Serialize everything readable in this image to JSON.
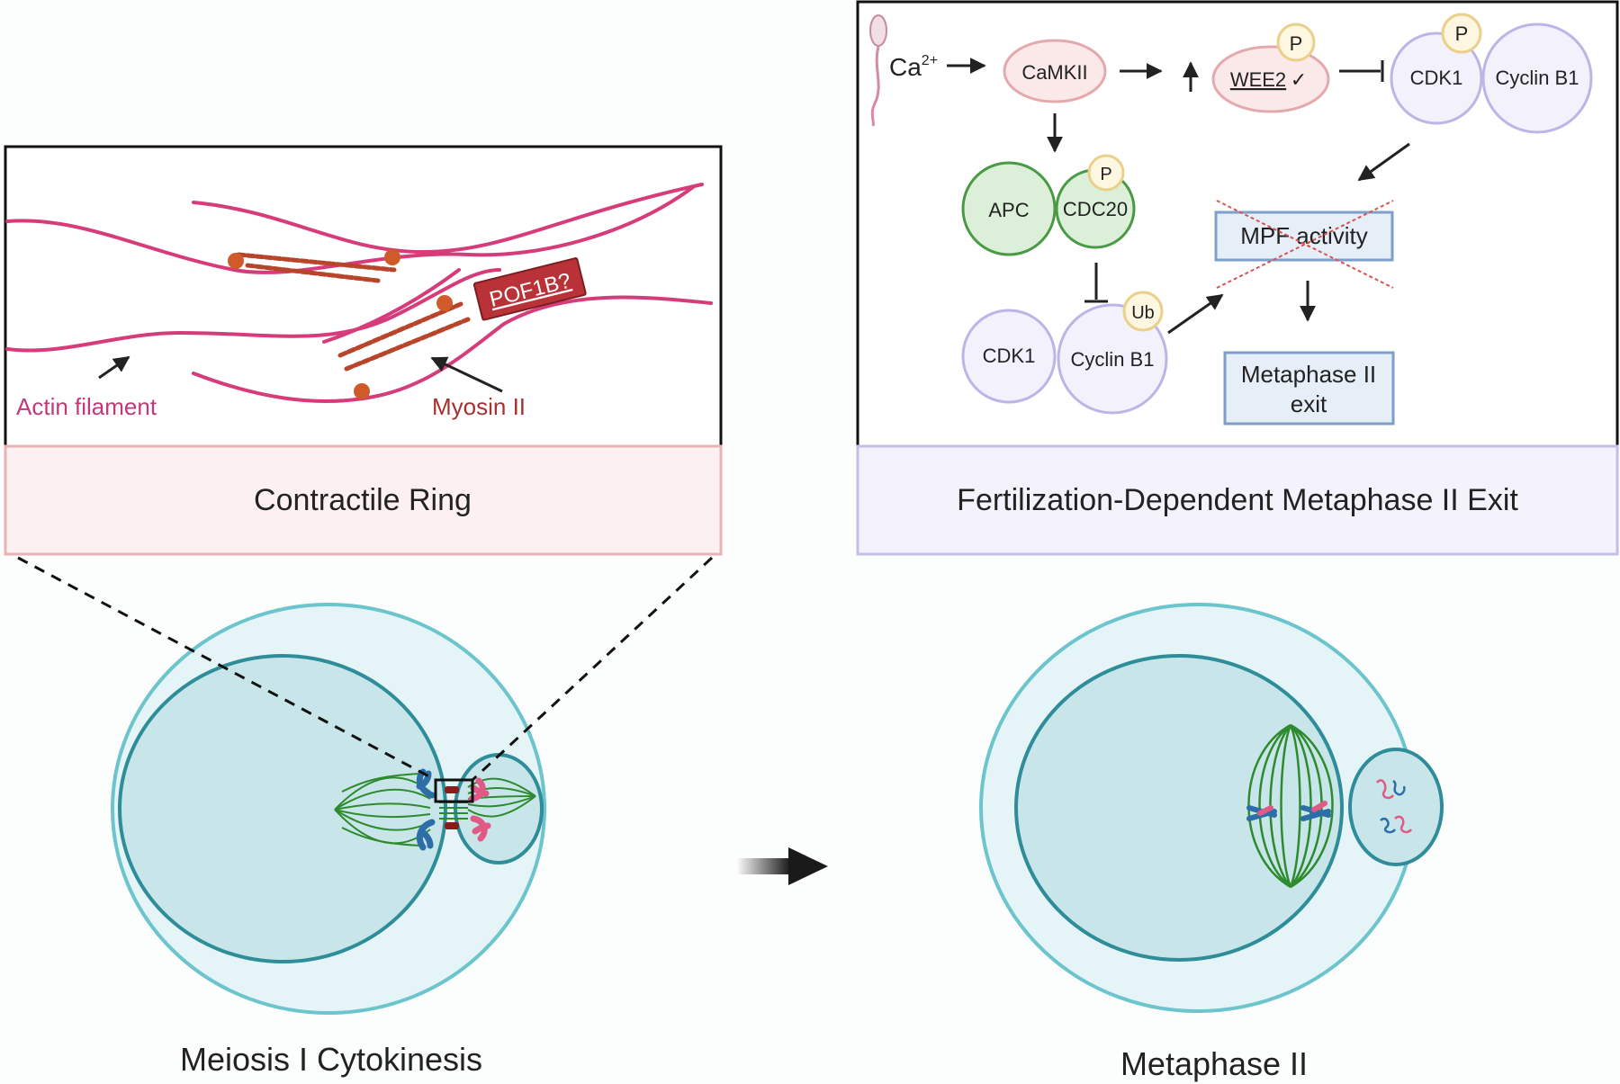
{
  "left_panel": {
    "caption": "Contractile Ring",
    "actin_label": "Actin filament",
    "myosin_label": "Myosin II",
    "pof1b_label": "POF1B?"
  },
  "right_panel": {
    "caption": "Fertilization-Dependent Metaphase II Exit",
    "ca_label": "Ca",
    "ca_sup": "2+",
    "camkii": "CaMKII",
    "wee2": "WEE2",
    "wee2_mark": "✓",
    "p_label": "P",
    "cdk1": "CDK1",
    "cyclin_b1": "Cyclin B1",
    "apc": "APC",
    "cdc20": "CDC20",
    "ub_label": "Ub",
    "mpf_activity": "MPF activity",
    "metaphase_exit_line1": "Metaphase II",
    "metaphase_exit_line2": "exit"
  },
  "bottom": {
    "left_caption": "Meiosis I Cytokinesis",
    "right_caption": "Metaphase II"
  },
  "colors": {
    "actin": "#d63c7a",
    "myosin": "#b8442a",
    "pof1b_box": "#b83238",
    "left_caption_fill": "#fdf0f0",
    "left_caption_border": "#e8b3b3",
    "right_caption_fill": "#f4f2fb",
    "right_caption_border": "#c5bfe8",
    "green_fill": "#dcefd9",
    "green_stroke": "#4a9a45",
    "pink_fill": "#fbe9ea",
    "pink_stroke": "#e4a9ad",
    "lavender_fill": "#f3f1fc",
    "lavender_stroke": "#bdb5e6",
    "yellow_fill": "#fdf6e0",
    "yellow_stroke": "#ead08a",
    "blue_box_fill": "#e6eef8",
    "blue_box_stroke": "#7d9fc9",
    "cell_outer_fill": "#e4f4f7",
    "cell_outer_stroke": "#6cc4cc",
    "cell_inner_fill": "#c8e6ea",
    "cell_inner_stroke": "#2e8d99",
    "spindle": "#2e8a2e",
    "chromosome_blue": "#2c6ea8",
    "chromosome_pink": "#e05a85"
  }
}
